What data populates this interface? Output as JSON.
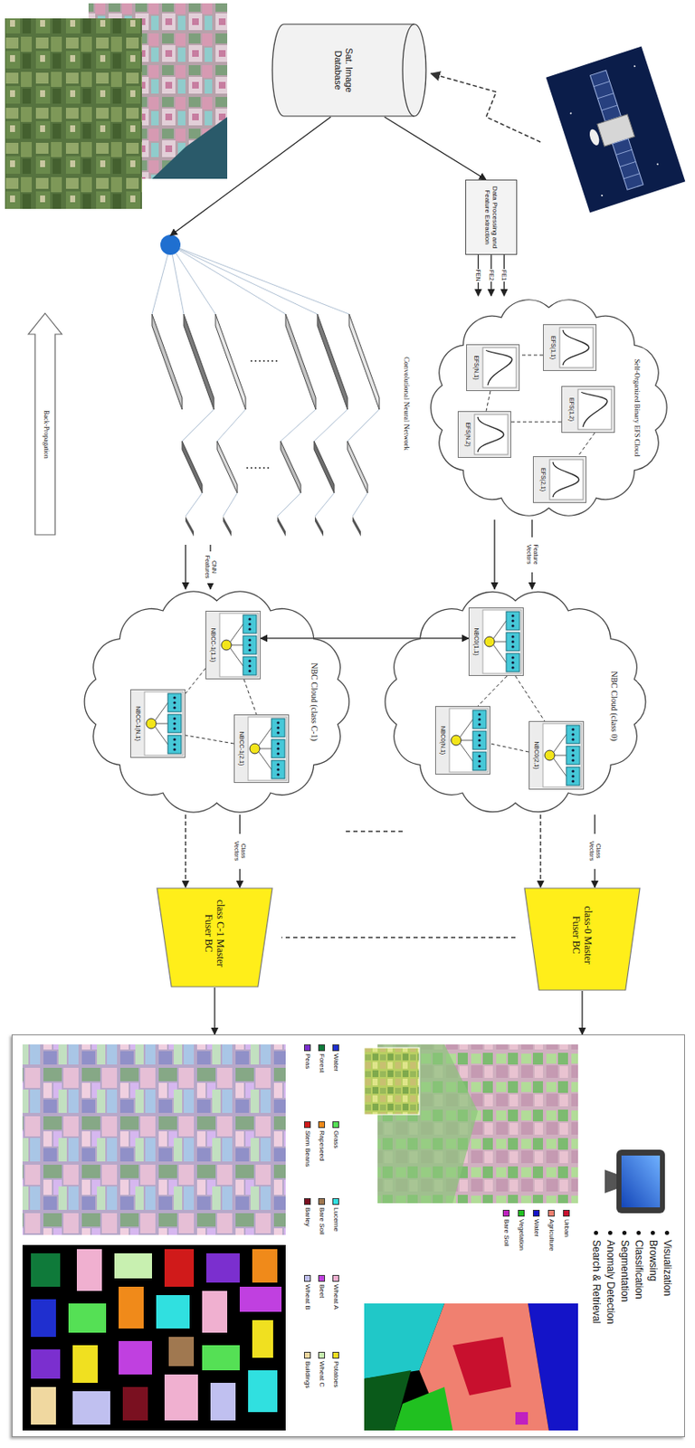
{
  "diagram": {
    "nodes": [
      {
        "text": [
          "Sat. Image Database"
        ]
      },
      {
        "text": [
          "Data Processing and Feature Extraction"
        ]
      },
      {
        "text": [
          "Self-Organized Binary EFS Cloud"
        ]
      },
      {
        "text": [
          "EFS(1,1)"
        ],
        "in": 2
      },
      {
        "text": [
          "EFS(1,2)"
        ],
        "in": 2
      },
      {
        "text": [
          "EFS(2,1)"
        ],
        "in": 2
      },
      {
        "text": [
          "EFS(N,1)"
        ],
        "in": 2
      },
      {
        "text": [
          "EFS(N,2)"
        ],
        "in": 2
      },
      {
        "text": [
          "Convolutional Neural Network"
        ]
      },
      {
        "text": [
          "NBC Cloud (class 0)"
        ]
      },
      {
        "text": [
          "NBC0(1,1)"
        ],
        "in": 9
      },
      {
        "text": [
          "NBC0(2,1)"
        ],
        "in": 9
      },
      {
        "text": [
          "NBC0(N,1)"
        ],
        "in": 9
      },
      {
        "text": [
          "NBC Cloud (class C-1)"
        ]
      },
      {
        "text": [
          "NBCC-1(1,1)"
        ],
        "in": 13
      },
      {
        "text": [
          "NBCC-1(2,1)"
        ],
        "in": 13
      },
      {
        "text": [
          "NBCC-1(N,1)"
        ],
        "in": 13
      },
      {
        "text": [
          "class-0 Master Fuser BC"
        ]
      },
      {
        "text": [
          "class C-1 Master Fuser BC"
        ]
      },
      {
        "text": [
          "Visualization",
          "Browsing",
          "Classification",
          "Segmentation",
          "Anomaly Detection",
          "Search & Retrieval"
        ]
      }
    ],
    "edges": [
      {
        "from": 0,
        "to": 1,
        "arrow": "to"
      },
      {
        "from": 0,
        "to": 8,
        "arrow": "to"
      },
      {
        "from": 1,
        "to": 2,
        "arrow": "to",
        "label": "FE1"
      },
      {
        "from": 1,
        "to": 2,
        "arrow": "to",
        "label": "FE2"
      },
      {
        "from": 1,
        "to": 2,
        "arrow": "to",
        "label": "FEN"
      },
      {
        "from": 2,
        "to": 9,
        "arrow": "to",
        "label": "Feature Vectors"
      },
      {
        "from": 2,
        "to": 9,
        "arrow": "to"
      },
      {
        "from": 8,
        "to": 13,
        "arrow": "to",
        "label": "CNN Features"
      },
      {
        "from": 8,
        "to": 13,
        "arrow": "to"
      },
      {
        "from": 10,
        "to": 14,
        "arrow": "both"
      },
      {
        "from": 9,
        "to": 17,
        "arrow": "to",
        "label": "Class Vectors"
      },
      {
        "from": 9,
        "to": 17,
        "arrow": "to"
      },
      {
        "from": 13,
        "to": 18,
        "arrow": "to",
        "label": "Class Vectors"
      },
      {
        "from": 13,
        "to": 18,
        "arrow": "to"
      },
      {
        "from": 17,
        "to": 19,
        "arrow": "to"
      },
      {
        "from": 18,
        "to": 19,
        "arrow": "to"
      }
    ],
    "labels": [
      "Back-Propagation"
    ],
    "legend": [
      {
        "text": "Urban",
        "color": "#c8102e"
      },
      {
        "text": "Agriculture",
        "color": "#f08070"
      },
      {
        "text": "Water",
        "color": "#1414c8"
      },
      {
        "text": "Vegetation",
        "color": "#20c020"
      },
      {
        "text": "Bare Soil",
        "color": "#c020c0"
      },
      {
        "text": "Water",
        "color": "#1f2fcf"
      },
      {
        "text": "Forest",
        "color": "#0f7a3a"
      },
      {
        "text": "Peas",
        "color": "#7b2fcf"
      },
      {
        "text": "Grass",
        "color": "#55e055"
      },
      {
        "text": "Rapeseed",
        "color": "#f08a1a"
      },
      {
        "text": "Stem Beans",
        "color": "#d01a1a"
      },
      {
        "text": "Lucerne",
        "color": "#30e0e0"
      },
      {
        "text": "Bare Soil",
        "color": "#a07850"
      },
      {
        "text": "Barley",
        "color": "#7a1020"
      },
      {
        "text": "Wheat A",
        "color": "#f0b0d0"
      },
      {
        "text": "Beet",
        "color": "#c040e0"
      },
      {
        "text": "Wheat B",
        "color": "#c0c0f0"
      },
      {
        "text": "Potatoes",
        "color": "#f0e020"
      },
      {
        "text": "Wheat C",
        "color": "#c8f0b0"
      },
      {
        "text": "Buildings",
        "color": "#f0d8a0"
      }
    ]
  }
}
